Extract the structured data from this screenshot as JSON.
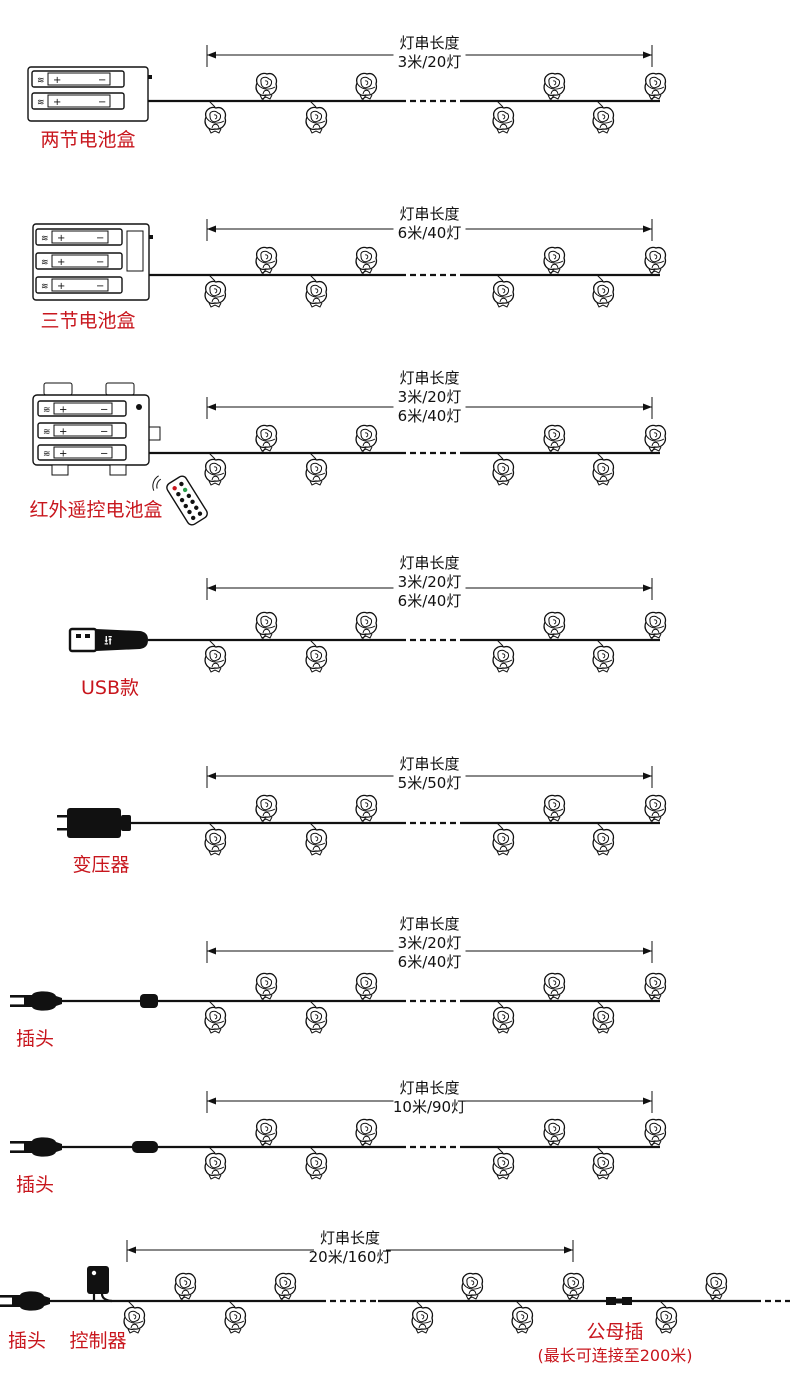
{
  "colors": {
    "label_red": "#c8161d",
    "line": "#111111"
  },
  "rows": [
    {
      "source": "两节电池盒",
      "length_title": "灯串长度",
      "lengths": [
        "3米/20灯"
      ]
    },
    {
      "source": "三节电池盒",
      "length_title": "灯串长度",
      "lengths": [
        "6米/40灯"
      ]
    },
    {
      "source": "红外遥控电池盒",
      "length_title": "灯串长度",
      "lengths": [
        "3米/20灯",
        "6米/40灯"
      ]
    },
    {
      "source": "USB款",
      "length_title": "灯串长度",
      "lengths": [
        "3米/20灯",
        "6米/40灯"
      ]
    },
    {
      "source": "变压器",
      "length_title": "灯串长度",
      "lengths": [
        "5米/50灯"
      ]
    },
    {
      "source": "插头",
      "length_title": "灯串长度",
      "lengths": [
        "3米/20灯",
        "6米/40灯"
      ]
    },
    {
      "source": "插头",
      "length_title": "灯串长度",
      "lengths": [
        "10米/90灯"
      ]
    },
    {
      "source": "插头",
      "controller": "控制器",
      "length_title": "灯串长度",
      "lengths": [
        "20米/160灯"
      ],
      "connector": "公母插",
      "connector_note": "(最长可连接至200米)"
    }
  ],
  "icons": {
    "rose_bulb": "rose-bulb-icon",
    "battery_2": "two-battery-box-icon",
    "battery_3": "three-battery-box-icon",
    "remote_box": "ir-remote-battery-box-icon",
    "remote": "ir-remote-icon",
    "usb": "usb-plug-icon",
    "adapter": "transformer-adapter-icon",
    "plug": "power-plug-icon",
    "controller": "controller-box-icon",
    "connector": "male-female-connector-icon"
  }
}
